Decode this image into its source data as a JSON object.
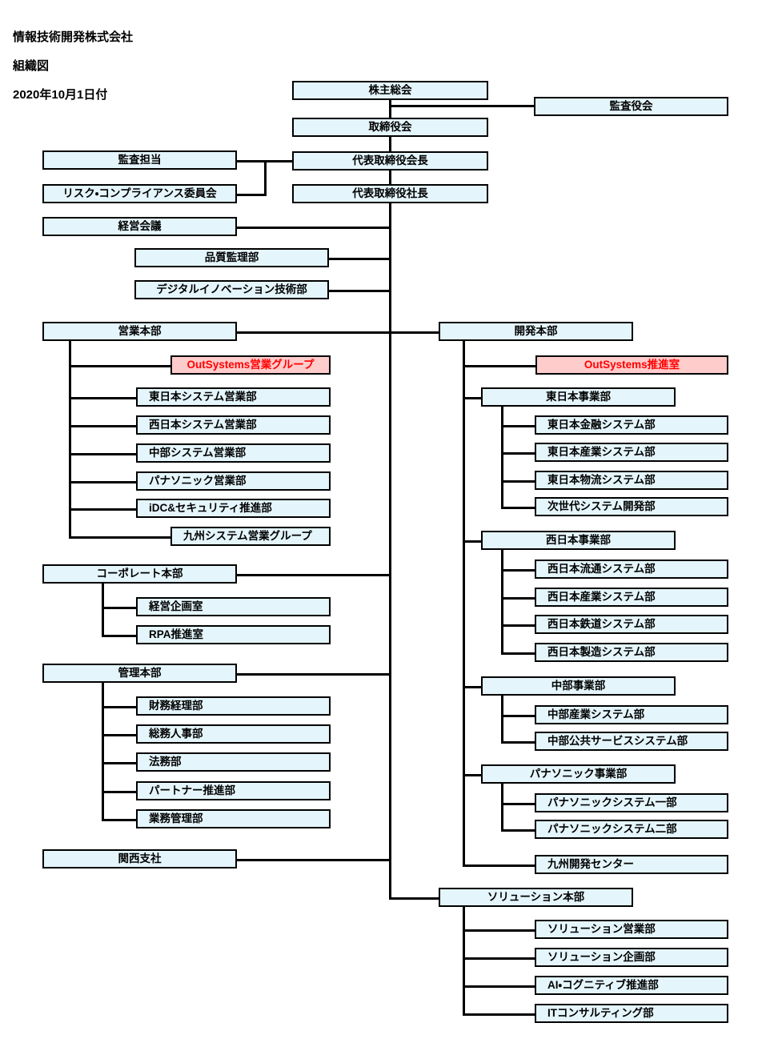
{
  "document": {
    "company": "情報技術開発株式会社",
    "doc_title": "組織図",
    "effective_date": "2020年10月1日付"
  },
  "colors": {
    "node_fill": "#E4F5FB",
    "node_border": "#000000",
    "node_text": "#000000",
    "highlight_fill": "#FFCCCC",
    "highlight_text": "#FF0000",
    "connector": "#000000",
    "background": "#FFFFFF"
  },
  "nodes": {
    "shareholders_meeting": "株主総会",
    "audit_board": "監査役会",
    "board_of_directors": "取締役会",
    "audit_officer": "監査担当",
    "risk_compliance_committee": "リスク・コンプライアンス委員会",
    "representative_chairman": "代表取締役会長",
    "representative_president": "代表取締役社長",
    "management_meeting": "経営会議",
    "quality_supervision_dept": "品質監理部",
    "digital_innovation_tech_dept": "デジタルイノベーション技術部",
    "sales_hq": "営業本部",
    "outsystems_sales_group": "OutSystems営業グループ",
    "east_japan_system_sales_dept": "東日本システム営業部",
    "west_japan_system_sales_dept": "西日本システム営業部",
    "chubu_system_sales_dept": "中部システム営業部",
    "panasonic_sales_dept": "パナソニック営業部",
    "idc_security_promotion_dept": "iDC&セキュリティ推進部",
    "kyushu_system_sales_group": "九州システム営業グループ",
    "corporate_hq": "コーポレート本部",
    "management_planning_office": "経営企画室",
    "rpa_promotion_office": "RPA推進室",
    "administration_hq": "管理本部",
    "finance_accounting_dept": "財務経理部",
    "general_affairs_hr_dept": "総務人事部",
    "legal_dept": "法務部",
    "partner_promotion_dept": "パートナー推進部",
    "business_management_dept": "業務管理部",
    "kansai_branch": "関西支社",
    "development_hq": "開発本部",
    "outsystems_promotion_office": "OutSystems推進室",
    "east_japan_business_div": "東日本事業部",
    "east_japan_finance_system_dept": "東日本金融システム部",
    "east_japan_industry_system_dept": "東日本産業システム部",
    "east_japan_logistics_system_dept": "東日本物流システム部",
    "next_gen_system_dev_dept": "次世代システム開発部",
    "west_japan_business_div": "西日本事業部",
    "west_japan_distribution_system_dept": "西日本流通システム部",
    "west_japan_industry_system_dept": "西日本産業システム部",
    "west_japan_railway_system_dept": "西日本鉄道システム部",
    "west_japan_manufacturing_system_dept": "西日本製造システム部",
    "chubu_business_div": "中部事業部",
    "chubu_industry_system_dept": "中部産業システム部",
    "chubu_public_service_system_dept": "中部公共サービスシステム部",
    "panasonic_business_div": "パナソニック事業部",
    "panasonic_system_dept_1": "パナソニックシステム一部",
    "panasonic_system_dept_2": "パナソニックシステム二部",
    "kyushu_development_center": "九州開発センター",
    "solution_hq": "ソリューション本部",
    "solution_sales_dept": "ソリューション営業部",
    "solution_planning_dept": "ソリューション企画部",
    "ai_cognitive_promotion_dept": "AI・コグニティブ推進部",
    "it_consulting_dept": "ITコンサルティング部"
  }
}
